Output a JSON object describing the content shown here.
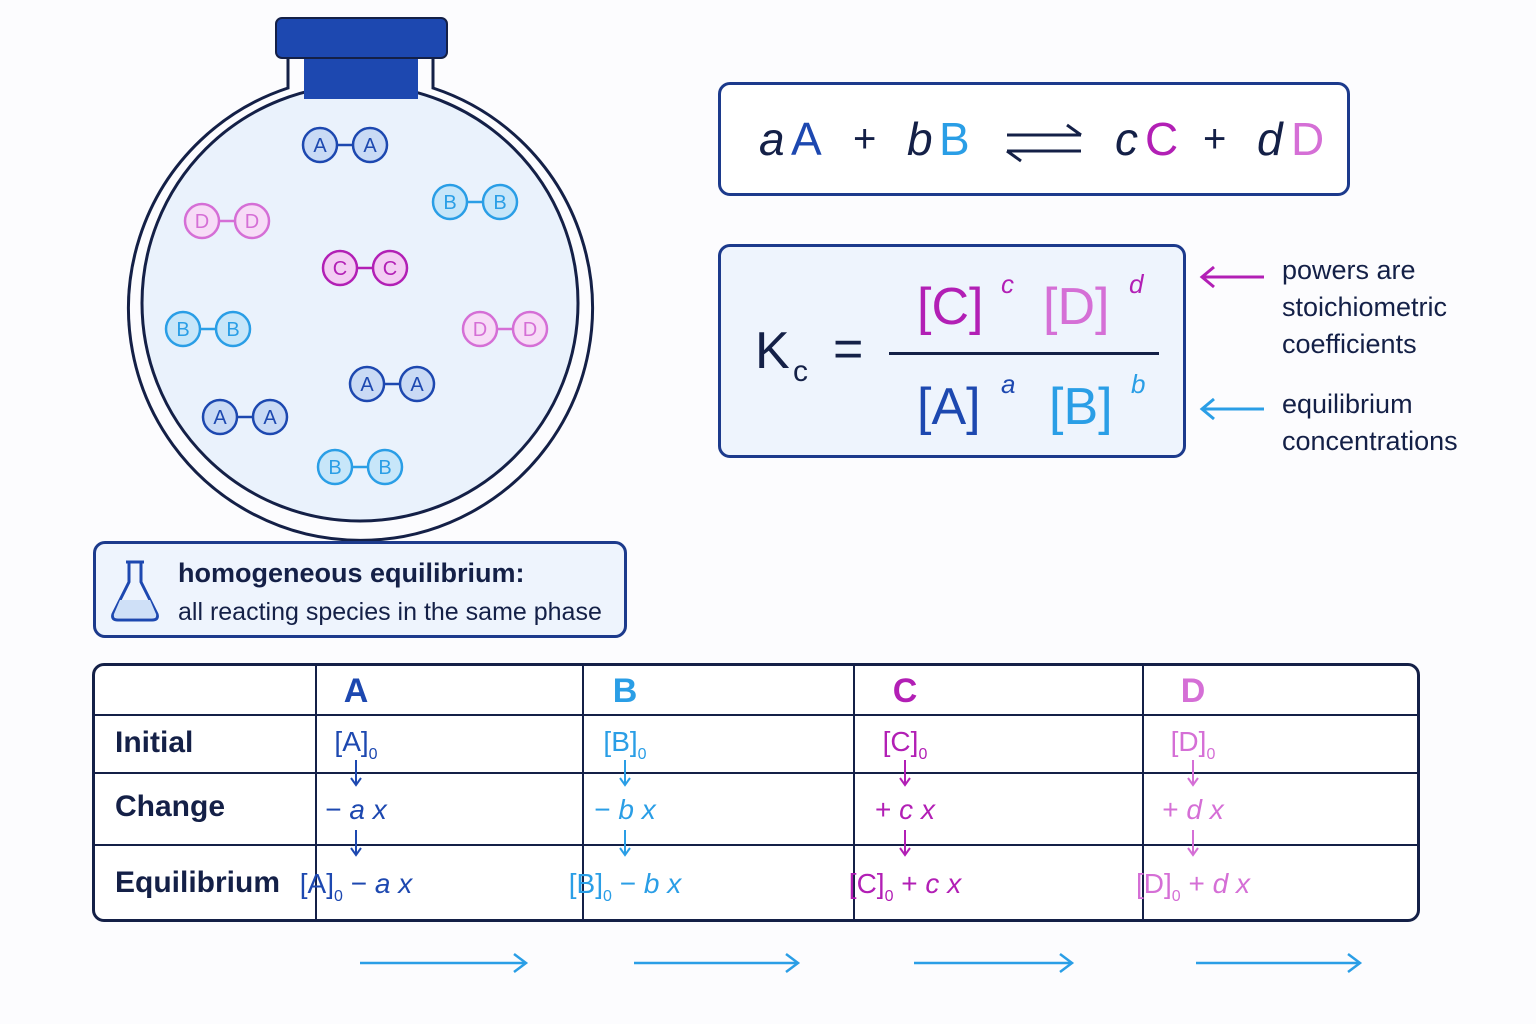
{
  "colors": {
    "A": "#1d48b0",
    "B": "#2a9ee6",
    "C": "#b21fb5",
    "D": "#d56fd6",
    "dark": "#142047",
    "frame": "#1c3a8c",
    "arrow_blue": "#2a9ee6",
    "arrow_magenta": "#b21fb5"
  },
  "flask": {
    "molecules": [
      {
        "species": "A",
        "label1": "A",
        "label2": "A"
      },
      {
        "species": "B",
        "label1": "B",
        "label2": "B"
      },
      {
        "species": "D",
        "label1": "D",
        "label2": "D"
      },
      {
        "species": "C",
        "label1": "C",
        "label2": "C"
      },
      {
        "species": "B",
        "label1": "B",
        "label2": "B"
      },
      {
        "species": "D",
        "label1": "D",
        "label2": "D"
      },
      {
        "species": "A",
        "label1": "A",
        "label2": "A"
      },
      {
        "species": "A",
        "label1": "A",
        "label2": "A"
      },
      {
        "species": "B",
        "label1": "B",
        "label2": "B"
      }
    ]
  },
  "reaction": {
    "a": "a",
    "A": "A",
    "plus1": "+",
    "b": "b",
    "B": "B",
    "c": "c",
    "C": "C",
    "plus2": "+",
    "d": "d",
    "D": "D"
  },
  "kc": {
    "K": "K",
    "sub": "c",
    "eq": "=",
    "num_C": "[C]",
    "num_c": "c",
    "num_D": "[D]",
    "num_d": "d",
    "den_A": "[A]",
    "den_a": "a",
    "den_B": "[B]",
    "den_b": "b"
  },
  "annotations": {
    "powers_line1": "powers are",
    "powers_line2": "stoichiometric",
    "powers_line3": "coefficients",
    "conc_line1": "equilibrium",
    "conc_line2": "concentrations"
  },
  "homogeneous": {
    "title": "homogeneous equilibrium:",
    "subtitle": "all reacting species in the same phase",
    "icon": "flask-icon"
  },
  "ice_table": {
    "headers": [
      "A",
      "B",
      "C",
      "D"
    ],
    "row_labels": [
      "Initial",
      "Change",
      "Equilibrium"
    ],
    "initial": [
      {
        "base": "[A]",
        "sub": "0"
      },
      {
        "base": "[B]",
        "sub": "0"
      },
      {
        "base": "[C]",
        "sub": "0"
      },
      {
        "base": "[D]",
        "sub": "0"
      }
    ],
    "change": [
      {
        "sign": "−",
        "coef": "a",
        "var": "x"
      },
      {
        "sign": "−",
        "coef": "b",
        "var": "x"
      },
      {
        "sign": "+",
        "coef": "c",
        "var": "x"
      },
      {
        "sign": "+",
        "coef": "d",
        "var": "x"
      }
    ],
    "equilibrium": [
      {
        "base": "[A]",
        "sub": "0",
        "sign": "−",
        "coef": "a",
        "var": "x"
      },
      {
        "base": "[B]",
        "sub": "0",
        "sign": "−",
        "coef": "b",
        "var": "x"
      },
      {
        "base": "[C]",
        "sub": "0",
        "sign": "+",
        "coef": "c",
        "var": "x"
      },
      {
        "base": "[D]",
        "sub": "0",
        "sign": "+",
        "coef": "d",
        "var": "x"
      }
    ]
  }
}
